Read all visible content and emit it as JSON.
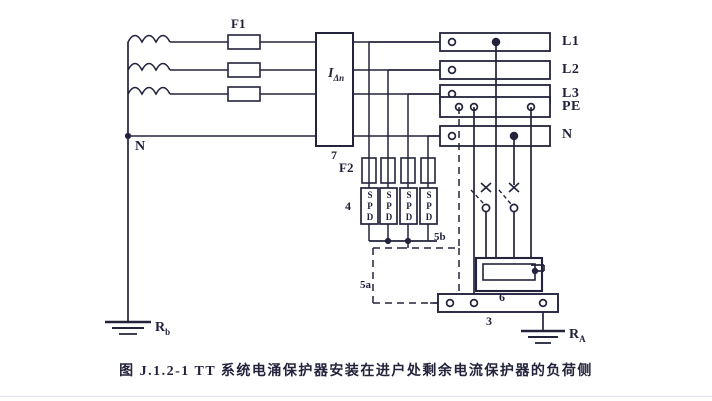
{
  "figure": {
    "caption": "图 J.1.2-1 TT 系统电涌保护器安装在进户处剩余电流保护器的负荷侧",
    "type": "electrical-schematic"
  },
  "bus_bars": [
    {
      "name": "L1"
    },
    {
      "name": "L2"
    },
    {
      "name": "L3"
    },
    {
      "name": "PE"
    },
    {
      "name": "N"
    }
  ],
  "components": {
    "fuse_f1_label": "F1",
    "fuse_f2_label": "F2",
    "spd_text": "SPD",
    "spd_letters": [
      "S",
      "P",
      "D"
    ],
    "rcd_symbol": "I",
    "rcd_subscript": "Δn",
    "neutral_label": "N"
  },
  "item_numbers": {
    "rcd": "7",
    "spd_block": "4",
    "earth_bar": "3",
    "load": "6",
    "conductor_5a": "5a",
    "conductor_5b": "5b"
  },
  "earth_resistances": {
    "source_symbol": "R",
    "source_subscript": "b",
    "installation_symbol": "R",
    "installation_subscript": "A"
  },
  "colors": {
    "line": "#23233c",
    "text": "#21213a",
    "background": "#ffffff"
  }
}
